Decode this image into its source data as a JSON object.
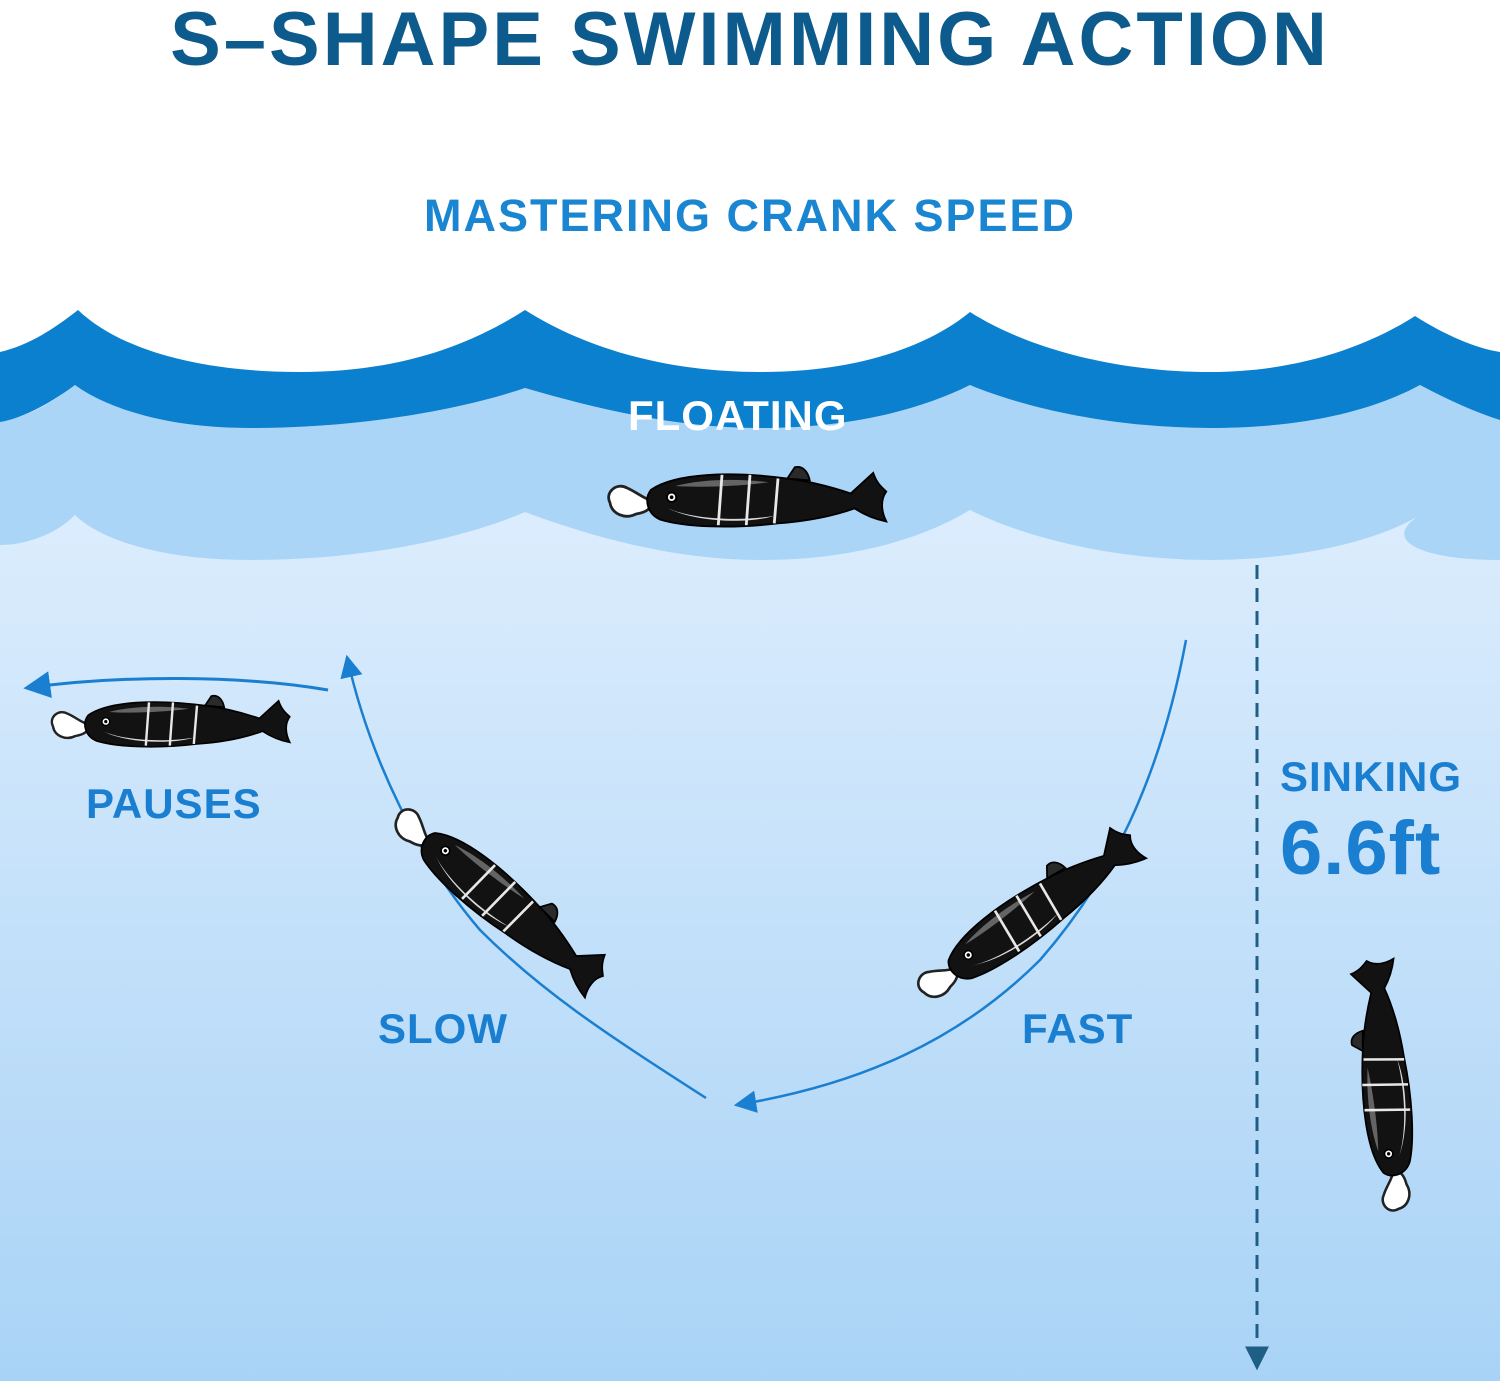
{
  "title": "S–SHAPE SWIMMING ACTION",
  "subtitle": "MASTERING CRANK SPEED",
  "labels": {
    "floating": "FLOATING",
    "pauses": "PAUSES",
    "slow": "SLOW",
    "fast": "FAST",
    "sinking": "SINKING",
    "depth": "6.6ft"
  },
  "colors": {
    "title": "#0d5a8c",
    "accent": "#1a86d1",
    "wave_dark": "#0b7fcd",
    "wave_light": "#a9d4f6",
    "water_top": "#d6ebfd",
    "water_bottom": "#a8d2f5",
    "fish_body": "#111111",
    "lip": "#ffffff"
  }
}
